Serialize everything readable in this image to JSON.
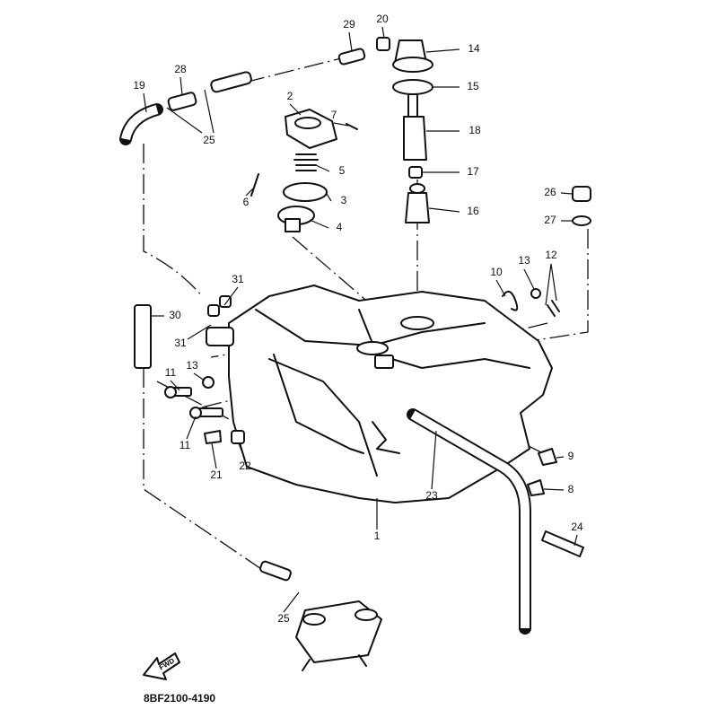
{
  "diagram": {
    "callouts": [
      "29",
      "20",
      "14",
      "15",
      "18",
      "17",
      "16",
      "28",
      "19",
      "25",
      "2",
      "7",
      "5",
      "3",
      "6",
      "4",
      "26",
      "27",
      "13",
      "10",
      "12",
      "31",
      "30",
      "31",
      "11",
      "13",
      "11",
      "21",
      "22",
      "9",
      "8",
      "23",
      "1",
      "24",
      "25"
    ],
    "fwd_label": "FWD",
    "diagram_code": "8BF2100-4190"
  }
}
